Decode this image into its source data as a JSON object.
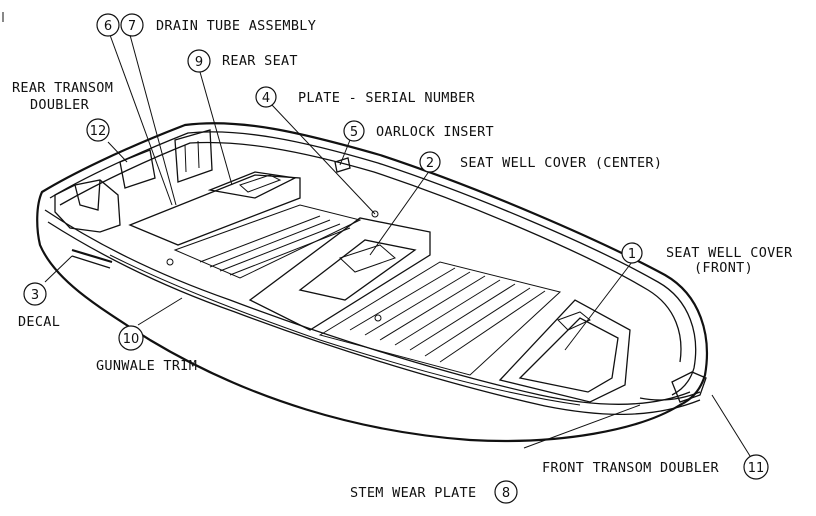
{
  "callouts": [
    {
      "id": "c1",
      "numbers": [
        "1"
      ],
      "lines": [
        "SEAT WELL COVER",
        "(FRONT)"
      ]
    },
    {
      "id": "c2",
      "numbers": [
        "2"
      ],
      "lines": [
        "SEAT WELL COVER (CENTER)"
      ]
    },
    {
      "id": "c3",
      "numbers": [
        "3"
      ],
      "lines": [
        "DECAL"
      ]
    },
    {
      "id": "c4",
      "numbers": [
        "4"
      ],
      "lines": [
        "PLATE - SERIAL NUMBER"
      ]
    },
    {
      "id": "c5",
      "numbers": [
        "5"
      ],
      "lines": [
        "OARLOCK INSERT"
      ]
    },
    {
      "id": "c67",
      "numbers": [
        "6",
        "7"
      ],
      "lines": [
        "DRAIN TUBE ASSEMBLY"
      ]
    },
    {
      "id": "c8",
      "numbers": [
        "8"
      ],
      "lines": [
        "STEM WEAR PLATE"
      ]
    },
    {
      "id": "c9",
      "numbers": [
        "9"
      ],
      "lines": [
        "REAR SEAT"
      ]
    },
    {
      "id": "c10",
      "numbers": [
        "10"
      ],
      "lines": [
        "GUNWALE TRIM"
      ]
    },
    {
      "id": "c11",
      "numbers": [
        "11"
      ],
      "lines": [
        "FRONT TRANSOM DOUBLER"
      ]
    },
    {
      "id": "c12",
      "numbers": [
        "12"
      ],
      "lines": [
        "REAR TRANSOM",
        "DOUBLER"
      ]
    }
  ]
}
